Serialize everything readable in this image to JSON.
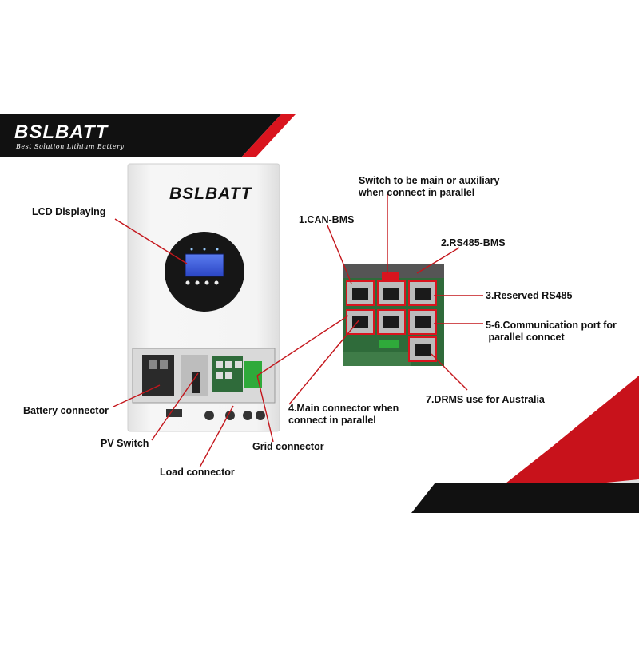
{
  "brand": {
    "logo_text": "BSLBATT",
    "tagline": "Best Solution Lithium Battery",
    "device_logo_text": "BSLBATT"
  },
  "labels": {
    "lcd": "LCD Displaying",
    "battery_connector": "Battery connector",
    "pv_switch": "PV Switch",
    "load_connector": "Load connector",
    "grid_connector": "Grid connector",
    "main_connector_line1": "4.Main connector when",
    "main_connector_line2": "connect in parallel",
    "switch_main_aux_line1": "Switch to be main or auxiliary",
    "switch_main_aux_line2": "when connect in parallel",
    "can_bms": "1.CAN-BMS",
    "rs485_bms": "2.RS485-BMS",
    "reserved_rs485": "3.Reserved RS485",
    "comm_port_line1": "5-6.Communication port for",
    "comm_port_line2": " parallel conncet",
    "drms": "7.DRMS use for Australia"
  },
  "colors": {
    "accent_red": "#d9141e",
    "callout_line": "#c4161c",
    "banner_black": "#111111",
    "device_body": "#f4f4f4",
    "lcd_screen": "#3a5bd9",
    "board_green": "#2f6b3a"
  }
}
